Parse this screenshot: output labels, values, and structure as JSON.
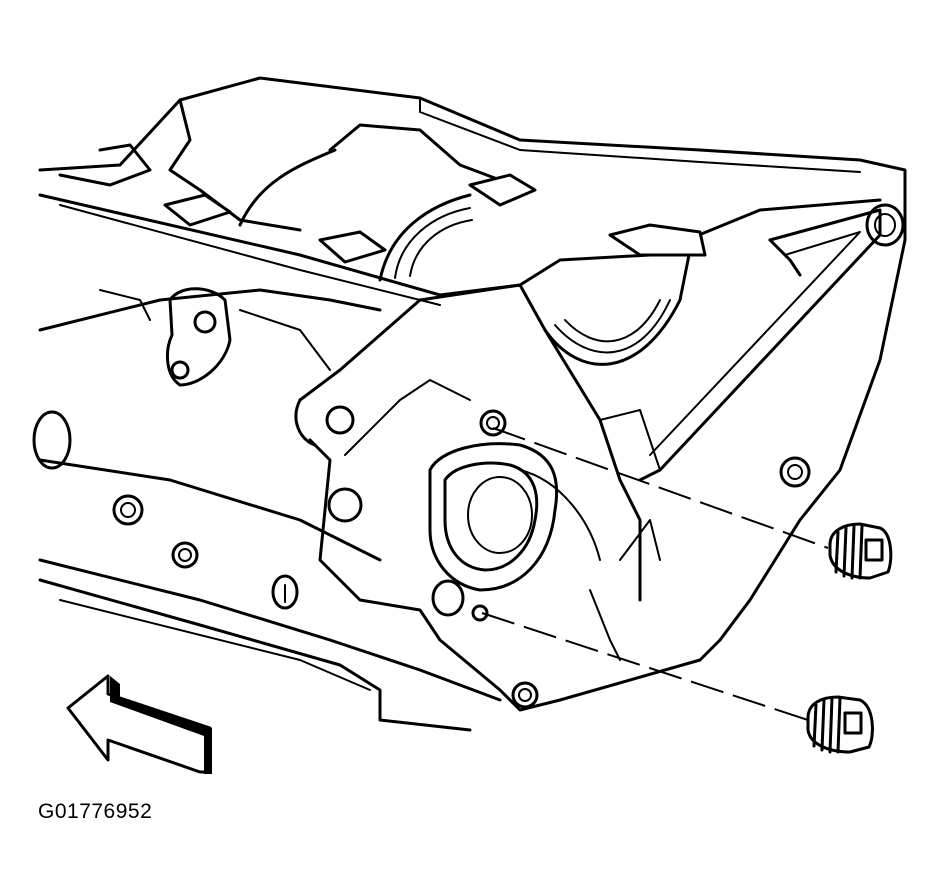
{
  "figure": {
    "id_label": "G01776952"
  },
  "callouts": [
    {
      "name": "upper-oil-gallery-plug"
    },
    {
      "name": "lower-oil-gallery-plug"
    }
  ],
  "direction_arrow": {
    "icon": "front-direction-arrow-icon"
  }
}
